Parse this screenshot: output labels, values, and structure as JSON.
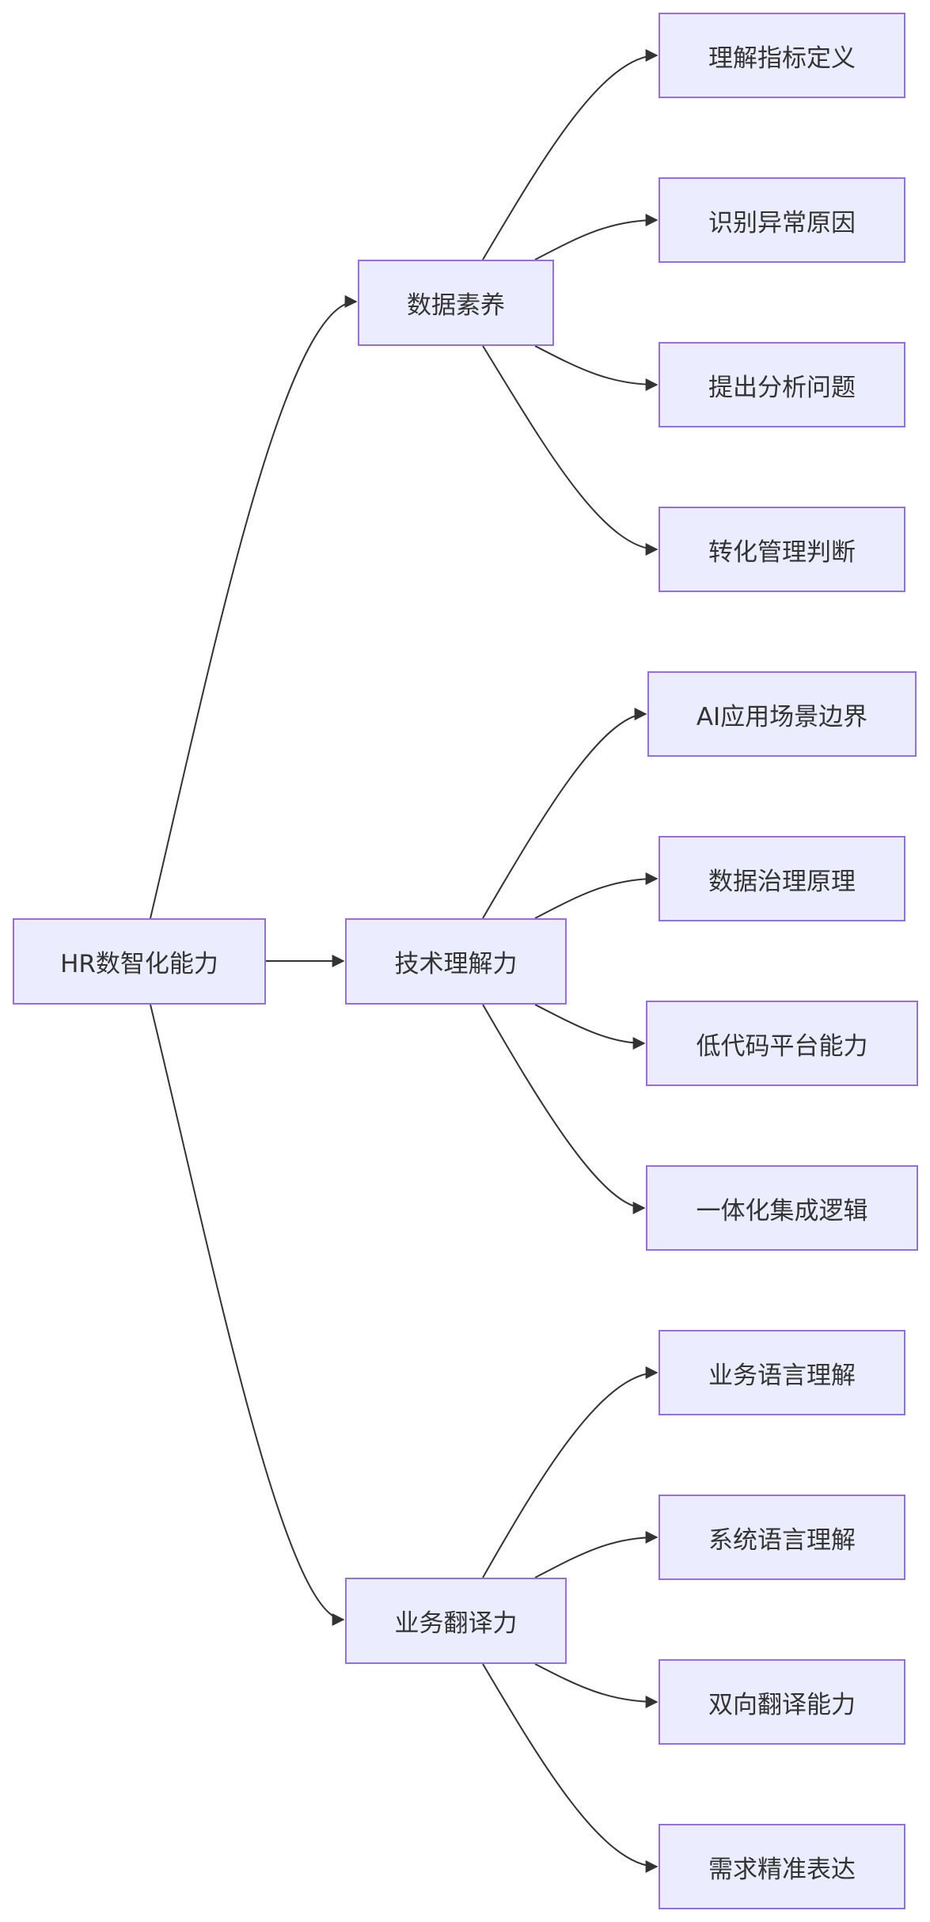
{
  "diagram": {
    "type": "flowchart-LR",
    "colors": {
      "node_fill": "#ececff",
      "node_border": "#9370db",
      "edge": "#333333",
      "text": "#333333"
    },
    "root": {
      "id": "root",
      "label": "HR数智化能力"
    },
    "branches": [
      {
        "id": "data",
        "label": "数据素养",
        "children": [
          {
            "id": "d1",
            "label": "理解指标定义"
          },
          {
            "id": "d2",
            "label": "识别异常原因"
          },
          {
            "id": "d3",
            "label": "提出分析问题"
          },
          {
            "id": "d4",
            "label": "转化管理判断"
          }
        ]
      },
      {
        "id": "tech",
        "label": "技术理解力",
        "children": [
          {
            "id": "t1",
            "label": "AI应用场景边界"
          },
          {
            "id": "t2",
            "label": "数据治理原理"
          },
          {
            "id": "t3",
            "label": "低代码平台能力"
          },
          {
            "id": "t4",
            "label": "一体化集成逻辑"
          }
        ]
      },
      {
        "id": "biz",
        "label": "业务翻译力",
        "children": [
          {
            "id": "b1",
            "label": "业务语言理解"
          },
          {
            "id": "b2",
            "label": "系统语言理解"
          },
          {
            "id": "b3",
            "label": "双向翻译能力"
          },
          {
            "id": "b4",
            "label": "需求精准表达"
          }
        ]
      }
    ]
  }
}
